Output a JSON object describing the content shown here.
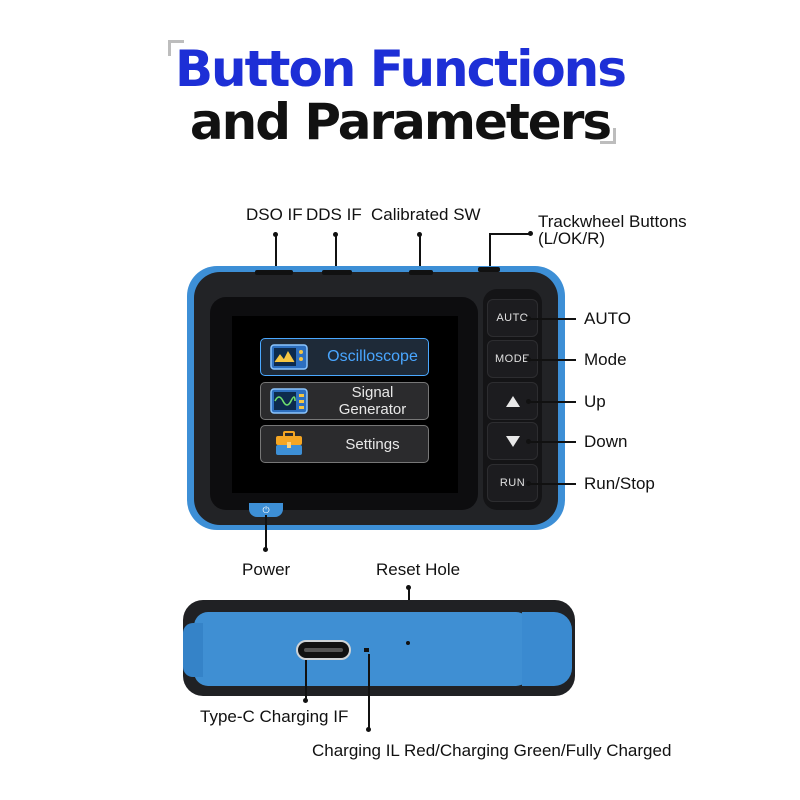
{
  "title": {
    "line1": "Button Functions",
    "line2": "and Parameters"
  },
  "top_labels": {
    "dso_if": "DSO IF",
    "dds_if": "DDS IF",
    "calibrated_sw": "Calibrated SW",
    "trackwheel": "Trackwheel Buttons",
    "trackwheel_sub": "(L/OK/R)"
  },
  "device_buttons": {
    "auto": "AUTO",
    "mode": "MODE",
    "run": "RUN"
  },
  "side_labels": {
    "auto": "AUTO",
    "mode": "Mode",
    "up": "Up",
    "down": "Down",
    "run_stop": "Run/Stop"
  },
  "screen_menu": [
    {
      "label": "Oscilloscope",
      "icon": "oscilloscope-icon",
      "active": true
    },
    {
      "label": "Signal Generator",
      "icon": "signal-generator-icon",
      "active": false
    },
    {
      "label": "Settings",
      "icon": "toolbox-icon",
      "active": false
    }
  ],
  "bottom_labels": {
    "power": "Power",
    "reset_hole": "Reset Hole",
    "type_c": "Type-C Charging IF",
    "charging_il": "Charging IL Red/Charging Green/Fully Charged"
  },
  "colors": {
    "title_blue": "#1d2fd6",
    "device_blue": "#3d8fd6",
    "screen_highlight": "#49a6ff"
  }
}
